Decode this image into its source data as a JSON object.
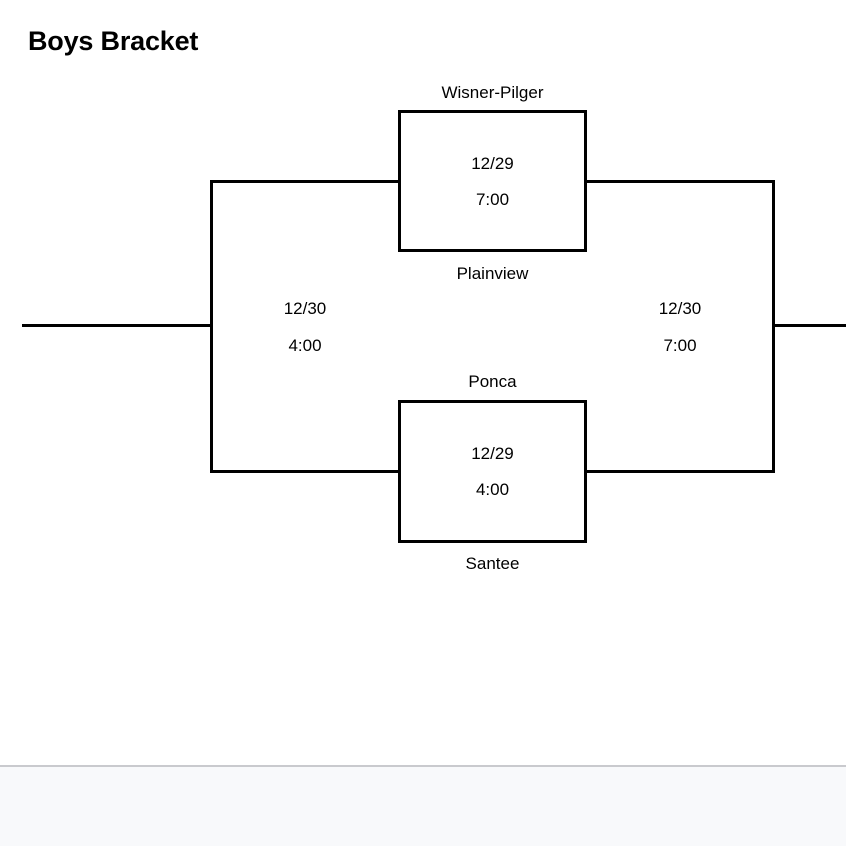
{
  "page": {
    "title": "Boys Bracket",
    "background_color": "#ffffff",
    "line_color": "#000000",
    "footer_divider_color": "#c9cace",
    "footer_background_color": "#f8f9fb"
  },
  "bracket": {
    "type": "single-elimination",
    "games": [
      {
        "id": "upper-semifinal",
        "top_team": "Wisner-Pilger",
        "bottom_team": "Plainview",
        "date": "12/29",
        "time": "7:00"
      },
      {
        "id": "lower-semifinal",
        "top_team": "Ponca",
        "bottom_team": "Santee",
        "date": "12/29",
        "time": "4:00"
      }
    ],
    "center_slots": [
      {
        "id": "left-bracket-game",
        "date": "12/30",
        "time": "4:00"
      },
      {
        "id": "right-bracket-game",
        "date": "12/30",
        "time": "7:00"
      }
    ]
  }
}
